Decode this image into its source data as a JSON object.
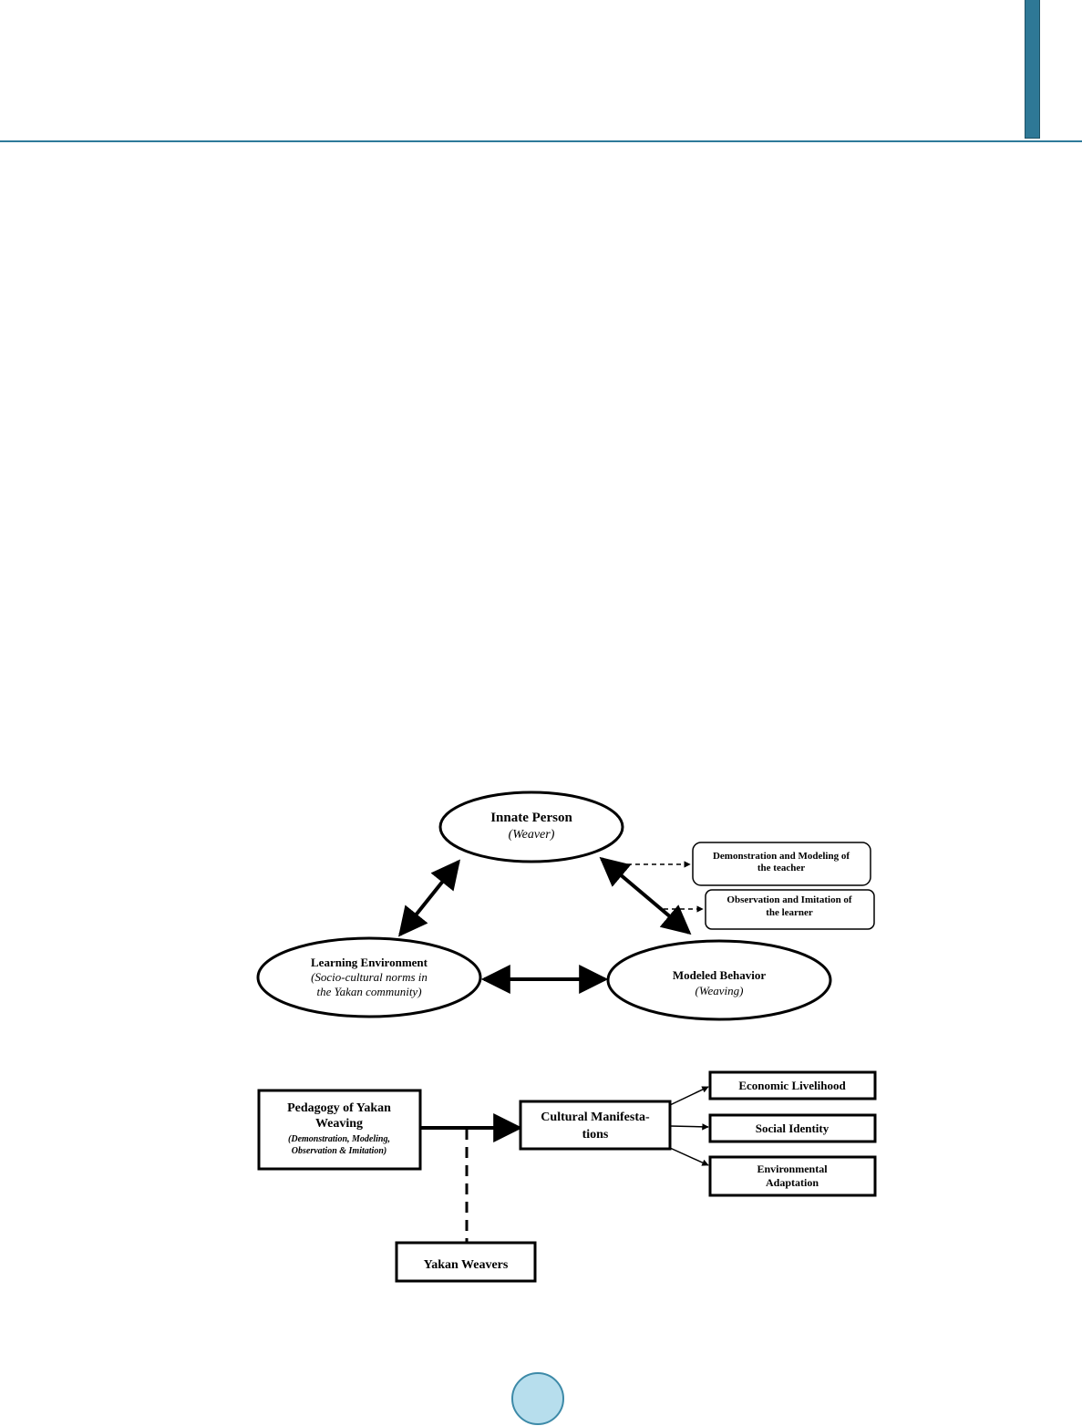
{
  "figure1": {
    "innate_person": {
      "title": "Innate Person",
      "subtitle": "(Weaver)"
    },
    "learning_environment": {
      "title": "Learning Environment",
      "subtitle_line1": "(Socio-cultural norms in",
      "subtitle_line2": "the Yakan community)"
    },
    "modeled_behavior": {
      "title": "Modeled Behavior",
      "subtitle": "(Weaving)"
    },
    "teacher_box": {
      "line1": "Demonstration and Modeling of",
      "line2": "the teacher"
    },
    "learner_box": {
      "line1": "Observation and Imitation of",
      "line2": "the learner"
    }
  },
  "figure2": {
    "pedagogy_box": {
      "line1": "Pedagogy of Yakan",
      "line2": "Weaving",
      "line3": "(Demonstration, Modeling,",
      "line4": "Observation & Imitation)"
    },
    "cultural_box": {
      "line1": "Cultural Manifesta-",
      "line2": "tions"
    },
    "economic_box": "Economic Livelihood",
    "social_box": "Social Identity",
    "environmental_box": {
      "line1": "Environmental",
      "line2": "Adaptation"
    },
    "weavers_box": "Yakan Weavers"
  },
  "colors": {
    "accent": "#2e7a9a",
    "page_circle": "#b7deed"
  }
}
